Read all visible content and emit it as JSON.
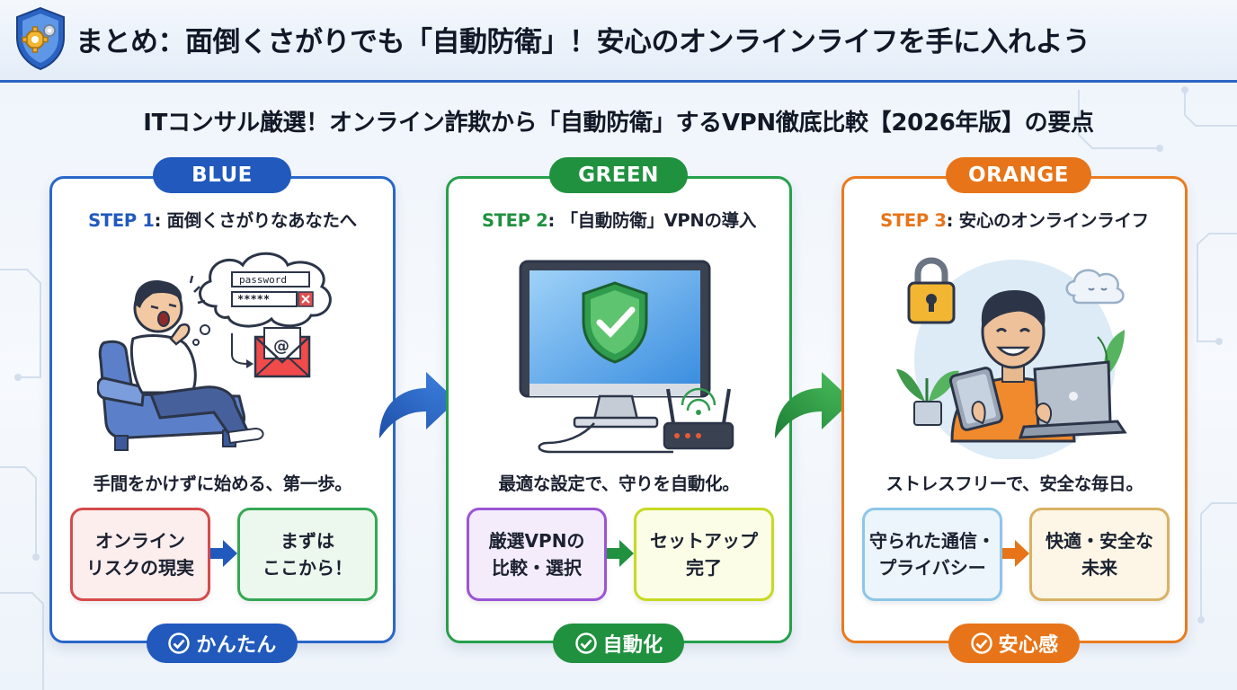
{
  "header": {
    "title": "まとめ：面倒くさがりでも「自動防衛」！安心のオンラインライフを手に入れよう"
  },
  "subtitle": "ITコンサル厳選！オンライン詐欺から「自動防衛」するVPN徹底比較【2026年版】の要点",
  "steps": [
    {
      "color_label": "BLUE",
      "step_number": "STEP 1",
      "step_title": ": 面倒くさがりなあなたへ",
      "illustration": {
        "password_label": "password",
        "password_mask": "*****",
        "mail_symbol": "@"
      },
      "caption": "手間をかけずに始める、第一歩。",
      "box_left": "オンライン\nリスクの現実",
      "box_right": "まずは\nここから！",
      "badge": "かんたん",
      "accent": "#2159bd"
    },
    {
      "color_label": "GREEN",
      "step_number": "STEP 2",
      "step_title": ": 「自動防衛」VPNの導入",
      "caption": "最適な設定で、守りを自動化。",
      "box_left": "厳選VPNの\n比較・選択",
      "box_right": "セットアップ\n完了",
      "badge": "自動化",
      "accent": "#20913f"
    },
    {
      "color_label": "ORANGE",
      "step_number": "STEP 3",
      "step_title": ": 安心のオンラインライフ",
      "caption": "ストレスフリーで、安全な毎日。",
      "box_left": "守られた通信・\nプライバシー",
      "box_right": "快適・安全な\n未来",
      "badge": "安心感",
      "accent": "#e77418"
    }
  ],
  "icons": [
    "shield-gear-icon",
    "shield-check-icon",
    "lock-icon",
    "cloud-icon",
    "router-icon",
    "mail-icon",
    "check-circle-icon",
    "flow-arrow-icon"
  ]
}
